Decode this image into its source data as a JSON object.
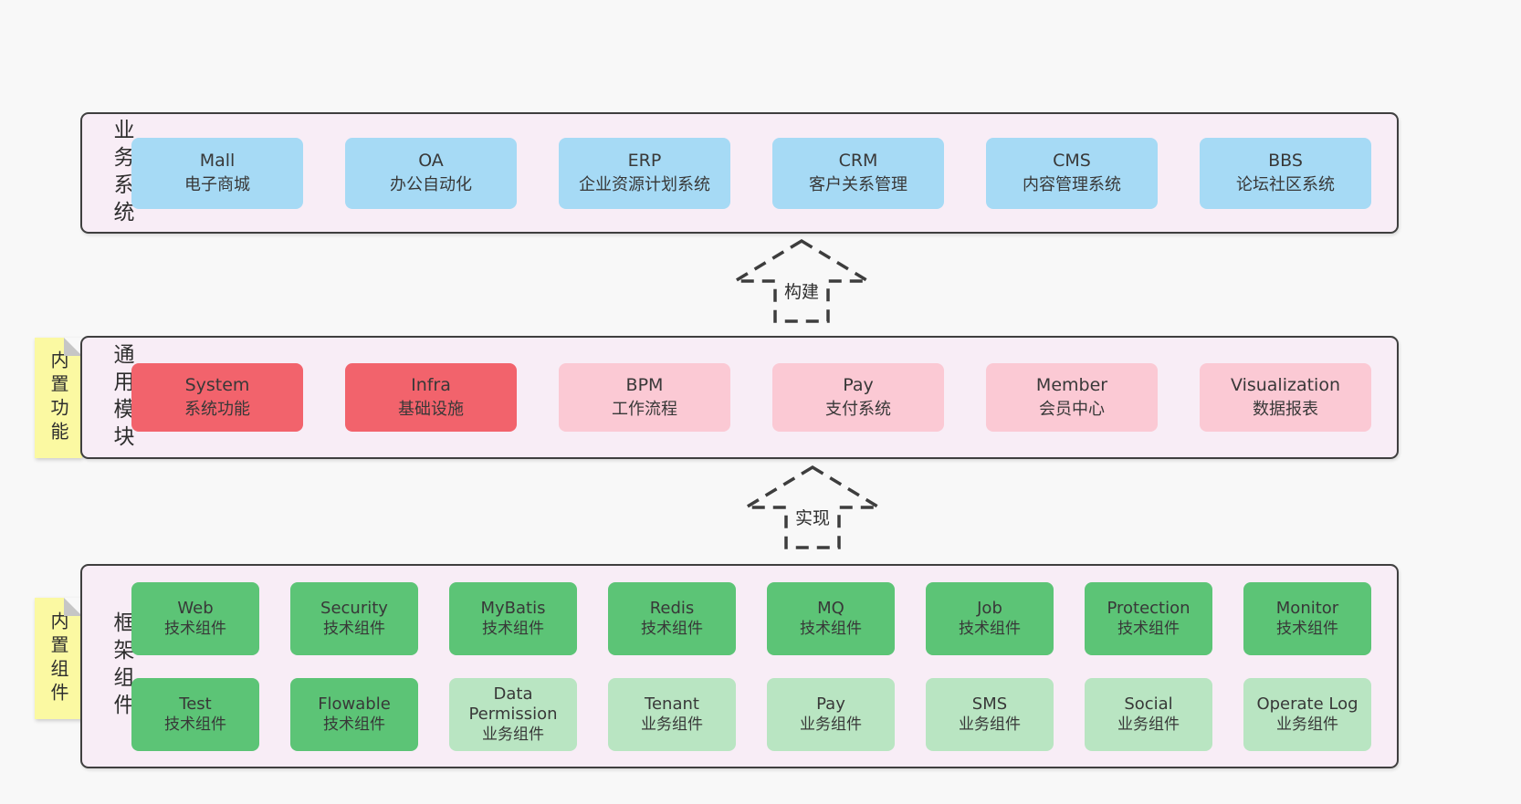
{
  "colors": {
    "page-bg": "#f8f8f8",
    "band-bg": "#f8edf6",
    "band-border": "#3f3f3f",
    "blue": "#a6daf5",
    "red": "#f2636c",
    "pink": "#fbc9d4",
    "green": "#5cc476",
    "green-light": "#b9e5c2",
    "sticky": "#fbf9a2",
    "sticky-fold": "#c6c6c6",
    "arrow": "#3d3d3d",
    "text": "#383838"
  },
  "arrows": [
    {
      "label": "构建"
    },
    {
      "label": "实现"
    }
  ],
  "stickies": [
    {
      "label": "内置功能"
    },
    {
      "label": "内置组件"
    }
  ],
  "bands": [
    {
      "label": "业务系统",
      "boxes": [
        {
          "title": "Mall",
          "subtitle": "电子商城"
        },
        {
          "title": "OA",
          "subtitle": "办公自动化"
        },
        {
          "title": "ERP",
          "subtitle": "企业资源计划系统"
        },
        {
          "title": "CRM",
          "subtitle": "客户关系管理"
        },
        {
          "title": "CMS",
          "subtitle": "内容管理系统"
        },
        {
          "title": "BBS",
          "subtitle": "论坛社区系统"
        }
      ]
    },
    {
      "label": "通用模块",
      "boxes": [
        {
          "title": "System",
          "subtitle": "系统功能"
        },
        {
          "title": "Infra",
          "subtitle": "基础设施"
        },
        {
          "title": "BPM",
          "subtitle": "工作流程"
        },
        {
          "title": "Pay",
          "subtitle": "支付系统"
        },
        {
          "title": "Member",
          "subtitle": "会员中心"
        },
        {
          "title": "Visualization",
          "subtitle": "数据报表"
        }
      ]
    },
    {
      "label": "框架组件",
      "rows": [
        [
          {
            "title": "Web",
            "subtitle": "技术组件"
          },
          {
            "title": "Security",
            "subtitle": "技术组件"
          },
          {
            "title": "MyBatis",
            "subtitle": "技术组件"
          },
          {
            "title": "Redis",
            "subtitle": "技术组件"
          },
          {
            "title": "MQ",
            "subtitle": "技术组件"
          },
          {
            "title": "Job",
            "subtitle": "技术组件"
          },
          {
            "title": "Protection",
            "subtitle": "技术组件"
          },
          {
            "title": "Monitor",
            "subtitle": "技术组件"
          }
        ],
        [
          {
            "title": "Test",
            "subtitle": "技术组件"
          },
          {
            "title": "Flowable",
            "subtitle": "技术组件"
          },
          {
            "title": "Data Permission",
            "subtitle": "业务组件"
          },
          {
            "title": "Tenant",
            "subtitle": "业务组件"
          },
          {
            "title": "Pay",
            "subtitle": "业务组件"
          },
          {
            "title": "SMS",
            "subtitle": "业务组件"
          },
          {
            "title": "Social",
            "subtitle": "业务组件"
          },
          {
            "title": "Operate Log",
            "subtitle": "业务组件"
          }
        ]
      ]
    }
  ]
}
